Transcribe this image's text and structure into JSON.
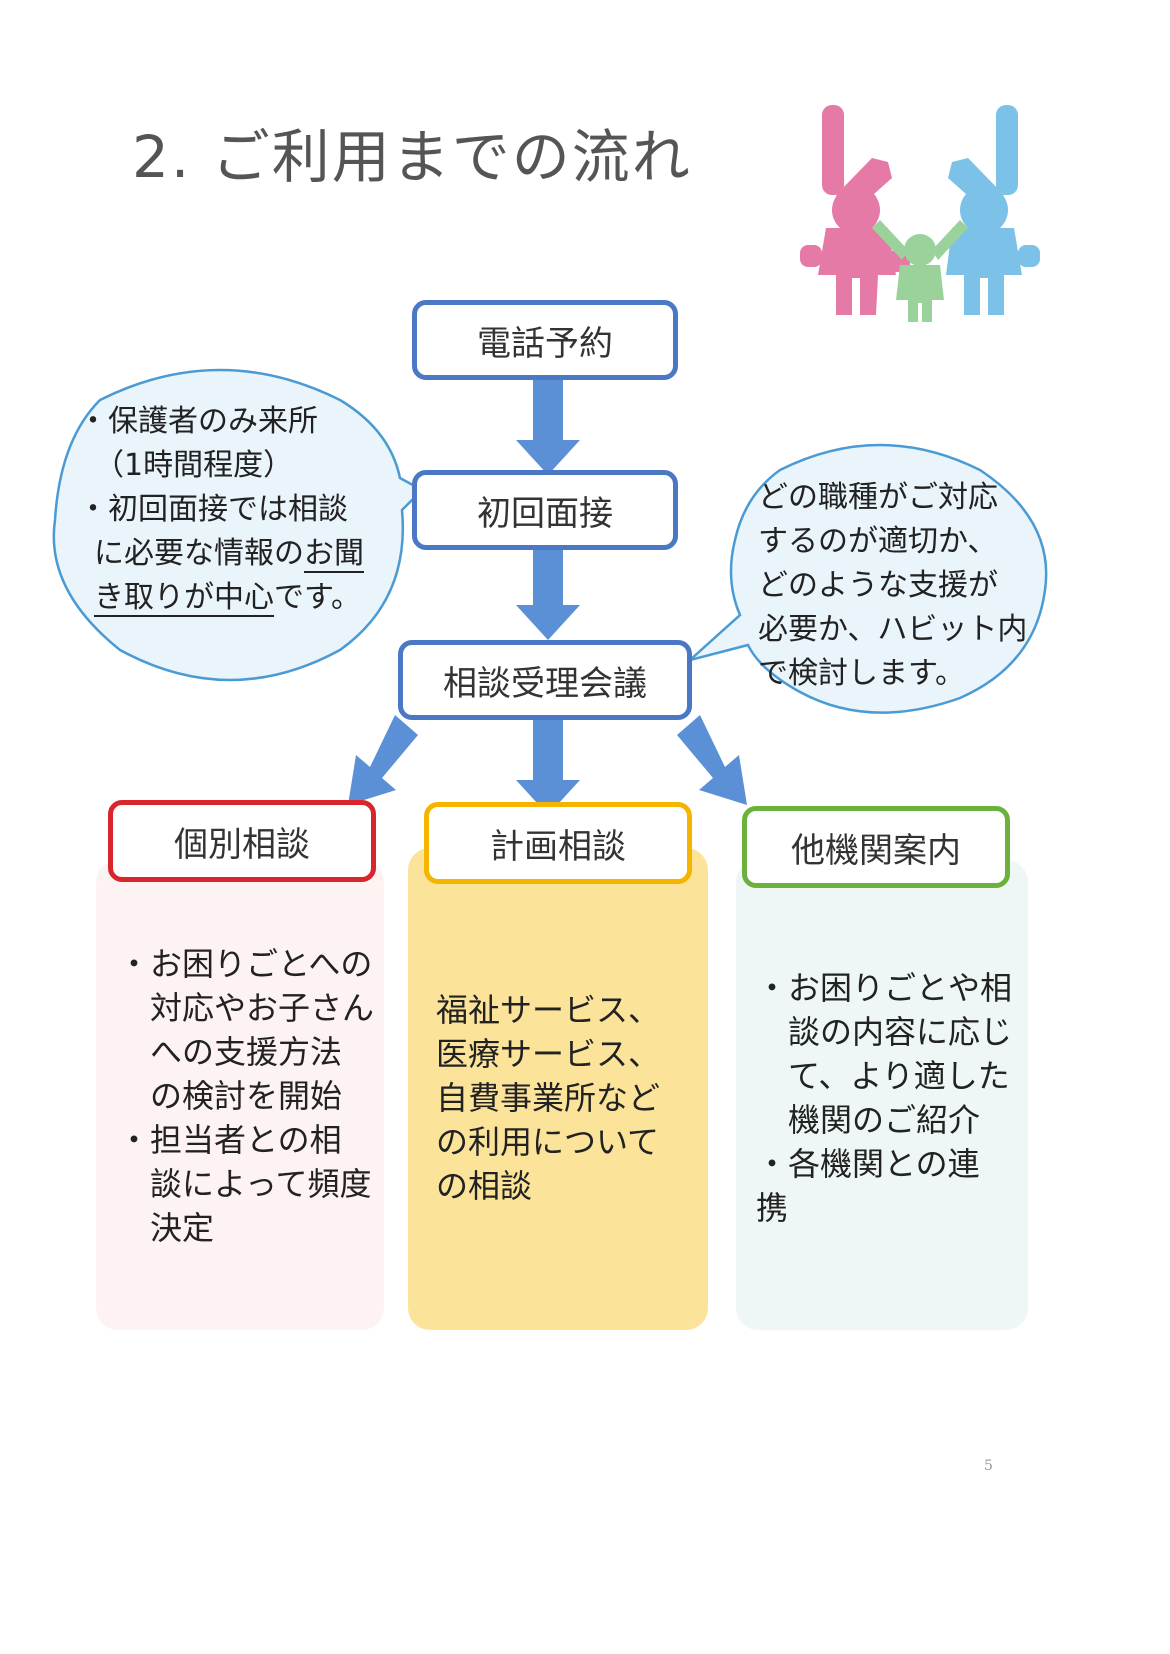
{
  "title": "2. ご利用までの流れ",
  "flow": {
    "step1": "電話予約",
    "step2": "初回面接",
    "step3": "相談受理会議"
  },
  "left_bubble": {
    "line1": "・保護者のみ来所",
    "line2": "（1時間程度）",
    "line3": "・初回面接では相談",
    "line4_a": "に必要な情報の",
    "line4_b": "お聞",
    "line5_a": "き取りが中心",
    "line5_b": "です。"
  },
  "right_bubble": {
    "line1": "どの職種がご対応",
    "line2": "するのが適切か、",
    "line3": "どのような支援が",
    "line4": "必要か、ハビット内",
    "line5": "で検討します。"
  },
  "branches": [
    {
      "label": "個別相談",
      "lines": [
        "・お困りごとへの",
        "　対応やお子さん",
        "　への支援方法",
        "　の検討を開始",
        "・担当者との相",
        "　談によって頻度",
        "　決定"
      ]
    },
    {
      "label": "計画相談",
      "lines": [
        "福祉サービス、",
        "医療サービス、",
        "自費事業所など",
        "の利用について",
        "の相談"
      ]
    },
    {
      "label": "他機関案内",
      "lines": [
        "・お困りごとや相",
        "　談の内容に応じ",
        "　て、より適した",
        "　機関のご紹介",
        "・各機関との連",
        "携"
      ]
    }
  ],
  "page_number": "5",
  "colors": {
    "node_border": "#4a78c4",
    "arrow": "#5b8fd6",
    "bubble_border": "#4a9ad4",
    "bubble_fill": "#eaf4fb",
    "red": "#d8262c",
    "yellow": "#f5b400",
    "green": "#6ab23c",
    "pink": "#e57aa6",
    "light_green": "#9bd19b",
    "light_blue": "#7cc1e8"
  }
}
